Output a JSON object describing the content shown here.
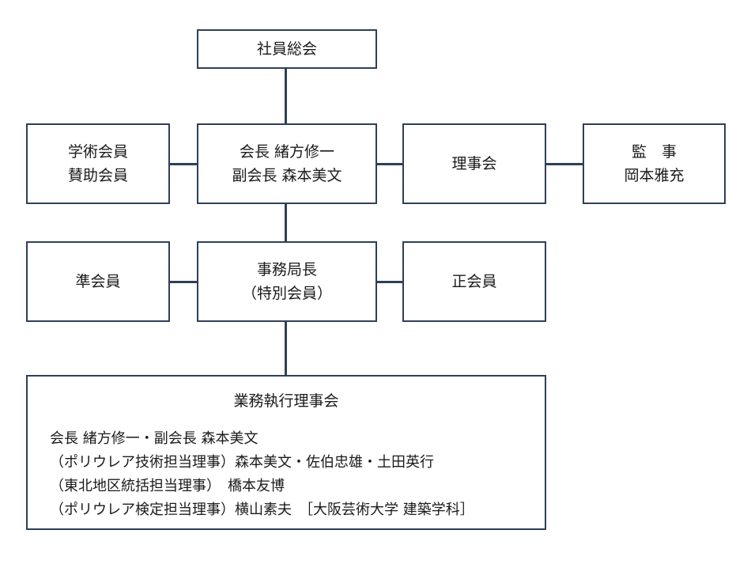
{
  "nodes": {
    "general_meeting": "社員総会",
    "academic_members": [
      "学術会員",
      "賛助会員"
    ],
    "president_block": [
      "会長 緒方修一",
      "副会長 森本美文"
    ],
    "board": "理事会",
    "auditor": [
      "監　事",
      "岡本雅充"
    ],
    "associate_members": "準会員",
    "secretary_general": [
      "事務局長",
      "（特別会員）"
    ],
    "regular_members": "正会員"
  },
  "executive_board": {
    "title": "業務執行理事会",
    "lines": [
      "会長 緒方修一・副会長 森本美文",
      "（ポリウレア技術担当理事）森本美文・佐伯忠雄・土田英行",
      "（東北地区統括担当理事）　橋本友博",
      "（ポリウレア検定担当理事）横山素夫　［大阪芸術大学 建築学科］"
    ]
  },
  "colors": {
    "border": "#2e4057",
    "line": "#2e4057"
  }
}
